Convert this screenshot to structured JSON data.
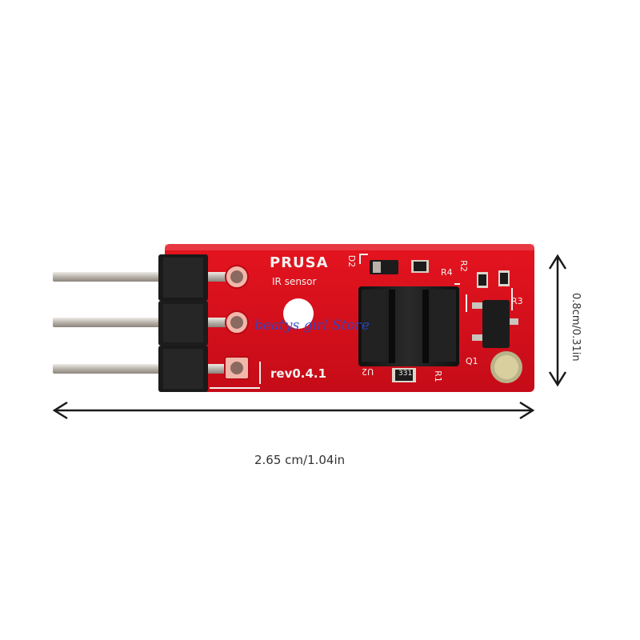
{
  "pcb": {
    "brand": "PRUSA",
    "subtitle": "IR sensor",
    "revision": "rev0.4.1",
    "labels": {
      "d2": "D2",
      "r4": "R4",
      "r2": "R2",
      "r3": "R3",
      "q1": "Q1",
      "u2": "U2",
      "r1": "R1",
      "resistor_code": "331"
    }
  },
  "dimensions": {
    "width": "2.65 cm/1.04in",
    "height": "0.8cm/0.31in"
  },
  "watermark": "beatys girl Store",
  "colors": {
    "pcb_red": "#d8101c",
    "header_black": "#1c1c1c",
    "pin_metal": "#c9c4bd",
    "silkscreen": "#f4f0ee",
    "watermark_blue": "#2d47c9"
  }
}
